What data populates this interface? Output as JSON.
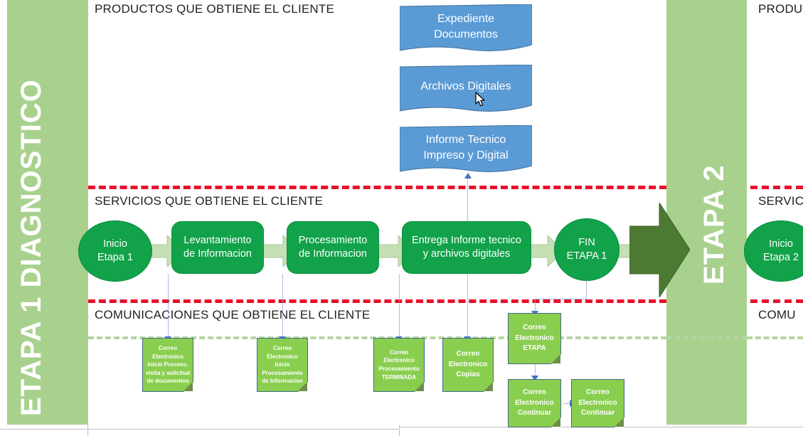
{
  "bands": [
    {
      "label": "ETAPA 1 DIAGNOSTICO"
    },
    {
      "label": "ETAPA 2"
    }
  ],
  "lanes": [
    {
      "title": "PRODUCTOS QUE OBTIENE EL CLIENTE"
    },
    {
      "title": "SERVICIOS QUE OBTIENE EL CLIENTE"
    },
    {
      "title": "COMUNICACIONES QUE OBTIENE EL CLIENTE"
    }
  ],
  "lanes_right": [
    {
      "title": "PRODU"
    },
    {
      "title": "SERVIC"
    },
    {
      "title": "COMU"
    }
  ],
  "documents": [
    {
      "line1": "Expediente",
      "line2": "Documentos"
    },
    {
      "line1": "Archivos Digitales",
      "line2": ""
    },
    {
      "line1": "Informe Tecnico",
      "line2": "Impreso y Digital"
    }
  ],
  "process": {
    "start": {
      "line1": "Inicio",
      "line2": "Etapa 1"
    },
    "steps": [
      {
        "line1": "Levantamiento",
        "line2": "de Informacion"
      },
      {
        "line1": "Procesamiento",
        "line2": "de Informacion"
      },
      {
        "line1": "Entrega Informe tecnico",
        "line2": "y archivos digitales"
      }
    ],
    "end": {
      "line1": "FIN",
      "line2": "ETAPA 1"
    },
    "next_start": {
      "line1": "Inicio",
      "line2": "Etapa 2"
    }
  },
  "notes": [
    {
      "lines": [
        "Correo",
        "Electronico",
        "inicio Proceso.",
        "visita y solicitud",
        "de documentos"
      ]
    },
    {
      "lines": [
        "Correo",
        "Electronico",
        "Inicio",
        "Procesamiento",
        "de Informacion"
      ]
    },
    {
      "lines": [
        "Correo",
        "Electronico",
        "Procesamiento",
        "TERMINADA"
      ]
    },
    {
      "lines": [
        "Correo",
        "Electronico",
        "Copias"
      ]
    },
    {
      "lines": [
        "Correo",
        "Electronico",
        "ETAPA"
      ]
    },
    {
      "lines": [
        "Correo",
        "Electronico",
        "Continuar"
      ]
    },
    {
      "lines": [
        "Correo",
        "Electronico",
        "Continuar"
      ]
    }
  ],
  "colors": {
    "band_green": "#a9d18e",
    "process_green": "#11a24a",
    "doc_blue": "#5b9bd5",
    "note_green": "#8ace4f",
    "big_arrow_green": "#4c7a32",
    "chevron_green": "#c5e0b4",
    "separator_red": "#e8102a",
    "separator_green": "#b5d6a0",
    "connector_blue": "#8faadc"
  }
}
